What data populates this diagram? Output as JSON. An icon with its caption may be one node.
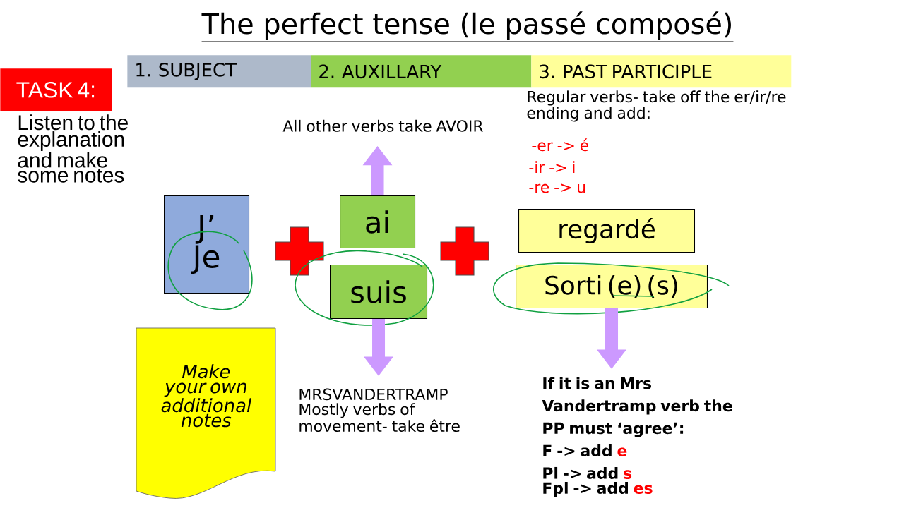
{
  "diagram": {
    "title": "The perfect tense  (le passé composé)",
    "nodes": [
      {
        "text": [
          "TASK 4:"
        ]
      },
      {
        "text": [
          "1. SUBJECT"
        ]
      },
      {
        "text": [
          "2. AUXILLARY"
        ]
      },
      {
        "text": [
          "3. PAST PARTICIPLE"
        ]
      },
      {
        "text": [
          "J’",
          "Je"
        ]
      },
      {
        "text": [
          "ai"
        ]
      },
      {
        "text": [
          "suis"
        ]
      },
      {
        "text": [
          "regardé"
        ]
      },
      {
        "text": [
          "Sorti (e) (s)"
        ]
      },
      {
        "text": [
          "Make your own additional notes"
        ]
      },
      {
        "text": [
          "All other verbs take AVOIR"
        ]
      },
      {
        "text": [
          "MRSVANDERTRAMP",
          "Mostly verbs of movement- take être"
        ]
      },
      {
        "text": [
          "If it is an Mrs Vandertramp verb the PP must ‘agree’:",
          "F -> add",
          "e",
          "Pl -> add",
          "s",
          "Fpl -> add",
          "es"
        ]
      }
    ],
    "edges": [
      {
        "from": 5,
        "to": 10,
        "arrow": "to"
      },
      {
        "from": 6,
        "to": 11,
        "arrow": "to"
      },
      {
        "from": 8,
        "to": 12,
        "arrow": "to"
      }
    ],
    "labels": [
      "Listen to the explanation and make some notes",
      "Regular verbs- take off the er/ir/re ending and add:",
      "-er -> é",
      "-ir -> i",
      "-re -> u"
    ]
  }
}
